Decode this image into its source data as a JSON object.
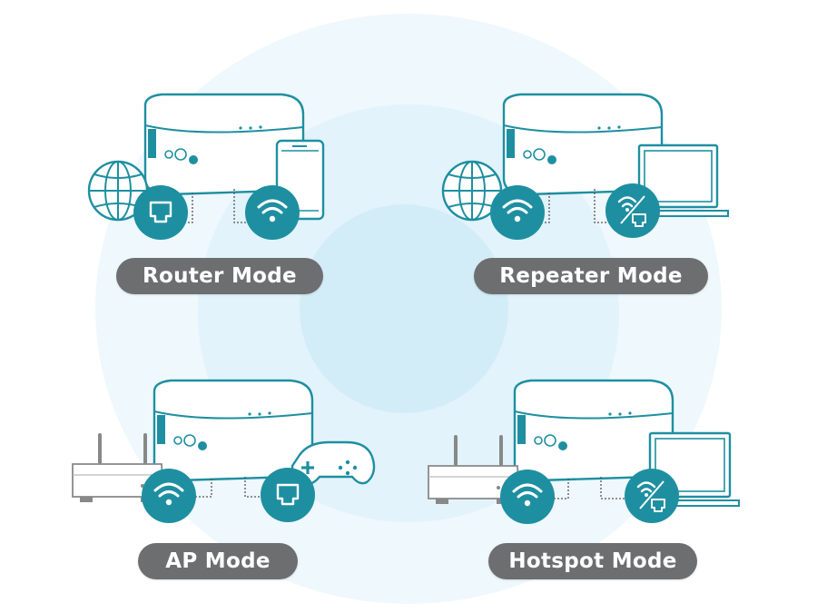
{
  "colors": {
    "accent": "#1e8fa1",
    "device_outline": "#1e8fa1",
    "label_bg": "#6d6e70",
    "label_text": "#ffffff",
    "halo_outer": "#eef8fd",
    "halo_mid": "#e2f3fb",
    "halo_inner": "#d3edf8"
  },
  "modes": [
    {
      "label": "Router Mode",
      "source_device": "globe-icon",
      "source_link": "ethernet-icon",
      "client_link": "wifi-icon",
      "client_device": "smartphone-icon"
    },
    {
      "label": "Repeater Mode",
      "source_device": "globe-icon",
      "source_link": "wifi-icon",
      "client_link": "wifi-ethernet-icon",
      "client_device": "laptop-icon"
    },
    {
      "label": "AP Mode",
      "source_device": "wired-router-icon",
      "source_link": "wifi-icon",
      "client_link": "ethernet-icon",
      "client_device": "gamepad-icon"
    },
    {
      "label": "Hotspot Mode",
      "source_device": "wired-router-icon",
      "source_link": "wifi-icon",
      "client_link": "wifi-ethernet-icon",
      "client_device": "laptop-icon"
    }
  ]
}
